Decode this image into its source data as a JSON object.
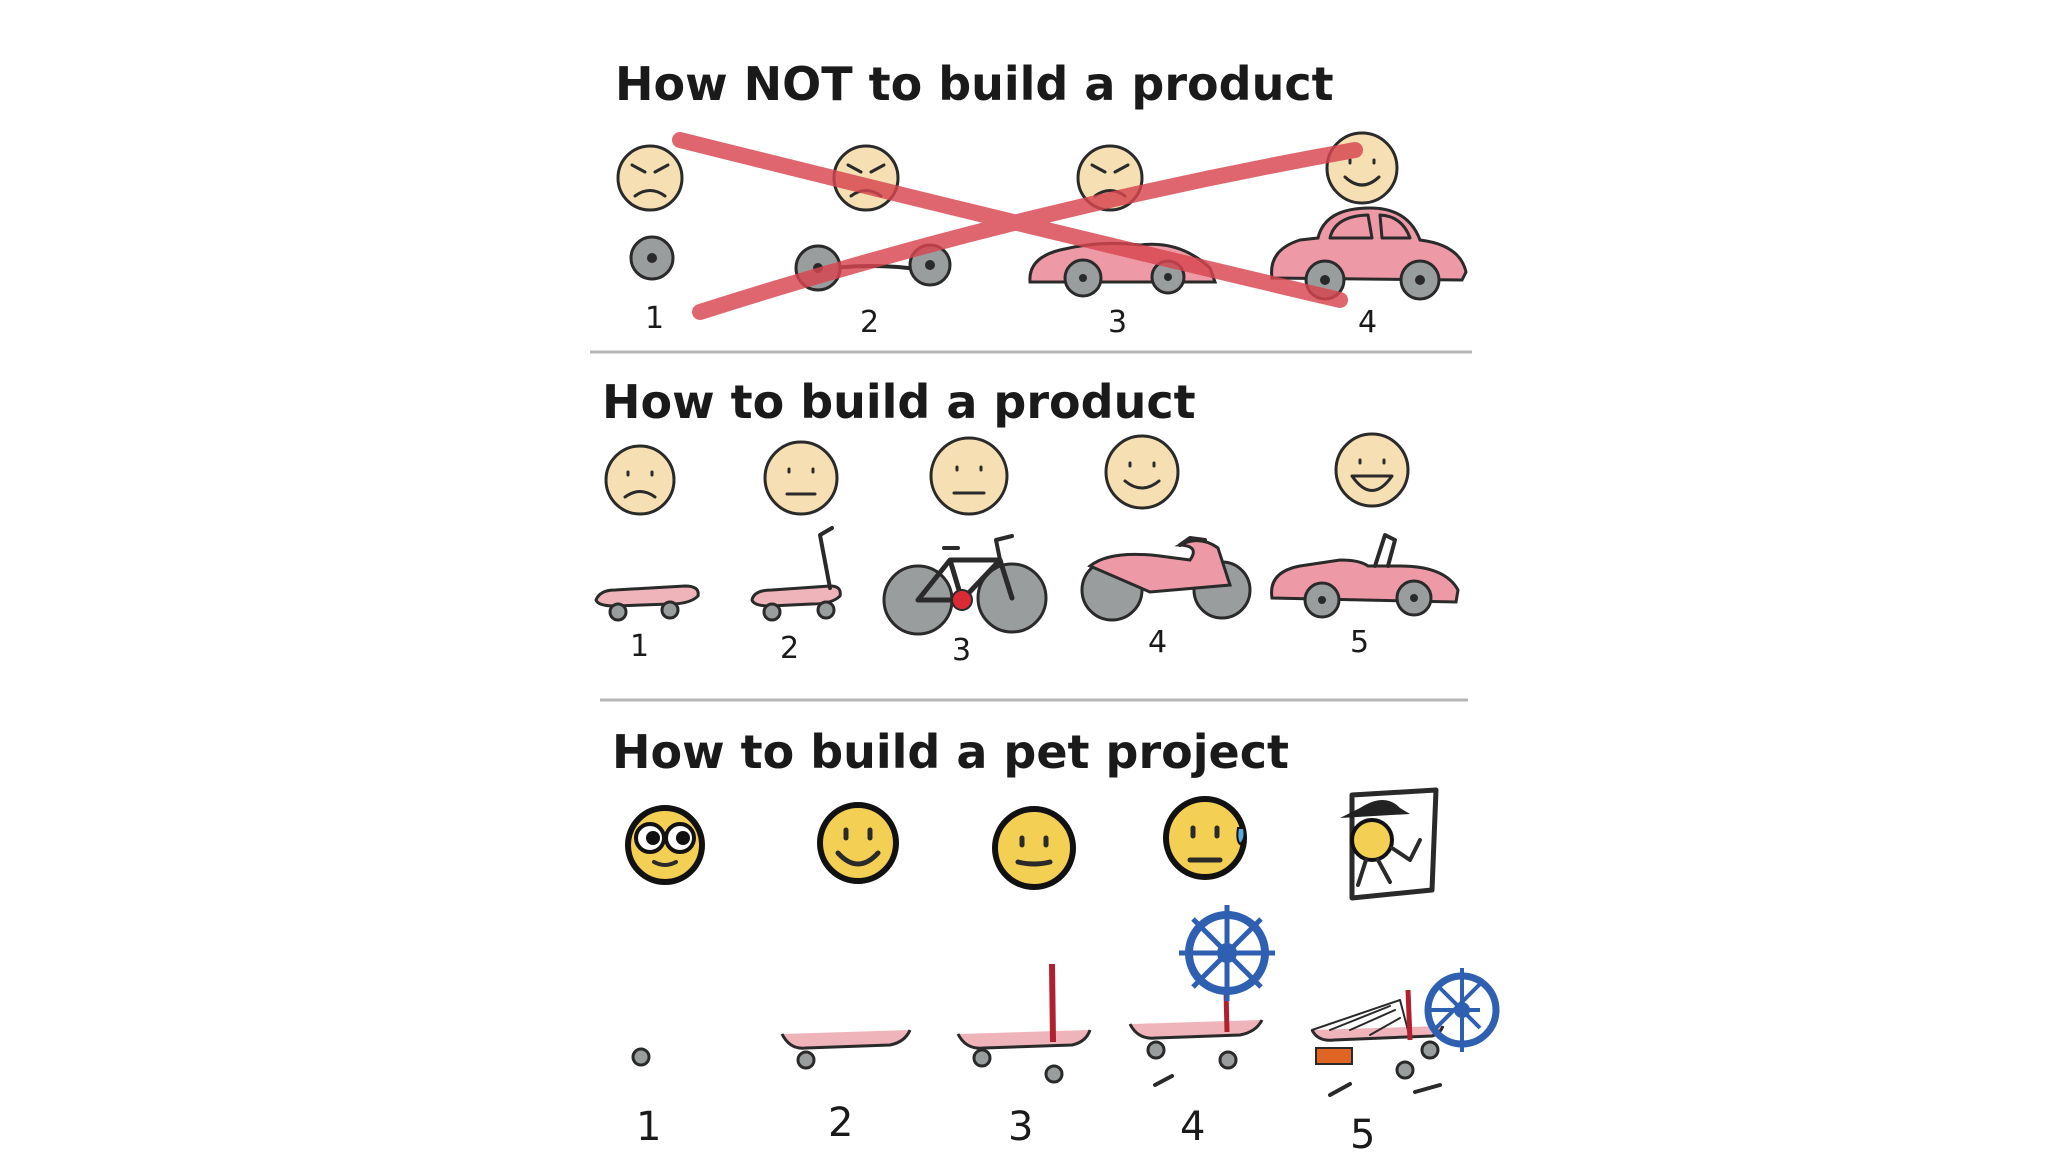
{
  "sections": [
    {
      "title": "How NOT to build a product",
      "steps": [
        "1",
        "2",
        "3",
        "4"
      ],
      "crossed_out": true
    },
    {
      "title": "How to build a product",
      "steps": [
        "1",
        "2",
        "3",
        "4",
        "5"
      ]
    },
    {
      "title": "How to build a pet project",
      "steps": [
        "1",
        "2",
        "3",
        "4",
        "5"
      ]
    }
  ],
  "colors": {
    "cross": "#d8454f",
    "skin_tan": "#f5dfb3",
    "skin_yellow": "#f3cf54",
    "vehicle_pink": "#ee9aa6",
    "wheel_gray": "#9a9d9e",
    "ship_wheel_blue": "#2f5fb0"
  }
}
